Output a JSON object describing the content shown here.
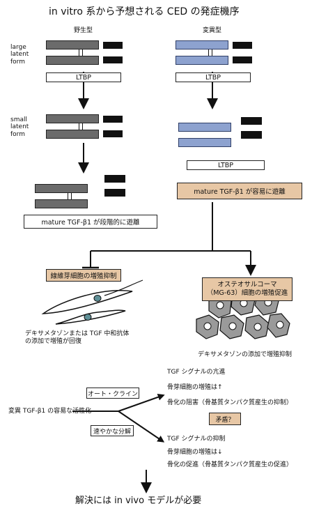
{
  "title": "in vitro 系から予想される CED の発症機序",
  "left_header": "野生型",
  "right_header": "変異型",
  "large_latent_label": "large\nlatent\nform",
  "small_latent_label": "small\nlatent\nform",
  "ltbp": "LTBP",
  "mature_left": "mature TGF-β1 が段階的に遊離",
  "mature_right": "mature TGF-β1 が容易に遊離",
  "fibroblast_box": "線維芽細胞の増殖抑制",
  "fibroblast_note": "デキサメタゾンまたは TGF 中和抗体\nの添加で増殖が回復",
  "osteo_box": "オステオサルコーマ\n（MG-63）細胞の増殖促進",
  "osteo_note": "デキサメタゾンの添加で増殖抑制",
  "autocrine": "オート・クライン",
  "rapid": "速やかな分解",
  "activation": "変異 TGF-β1 の容易な活性化",
  "upper_effects": [
    "TGF シグナルの亢進",
    "骨芽細胞の増殖は↑",
    "骨化の阻害（骨基質タンパク質産生の抑制）"
  ],
  "contradiction": "矛盾？",
  "lower_effects": [
    "TGF シグナルの抑制",
    "骨芽細胞の増殖は↓",
    "骨化の促進（骨基質タンパク質産生の促進）"
  ],
  "conclusion": "解決には in vivo モデルが必要",
  "colors": {
    "gray_protein": "#6b6b6b",
    "blue_protein": "#8da2cf",
    "tan_box": "#e7c7a5"
  }
}
